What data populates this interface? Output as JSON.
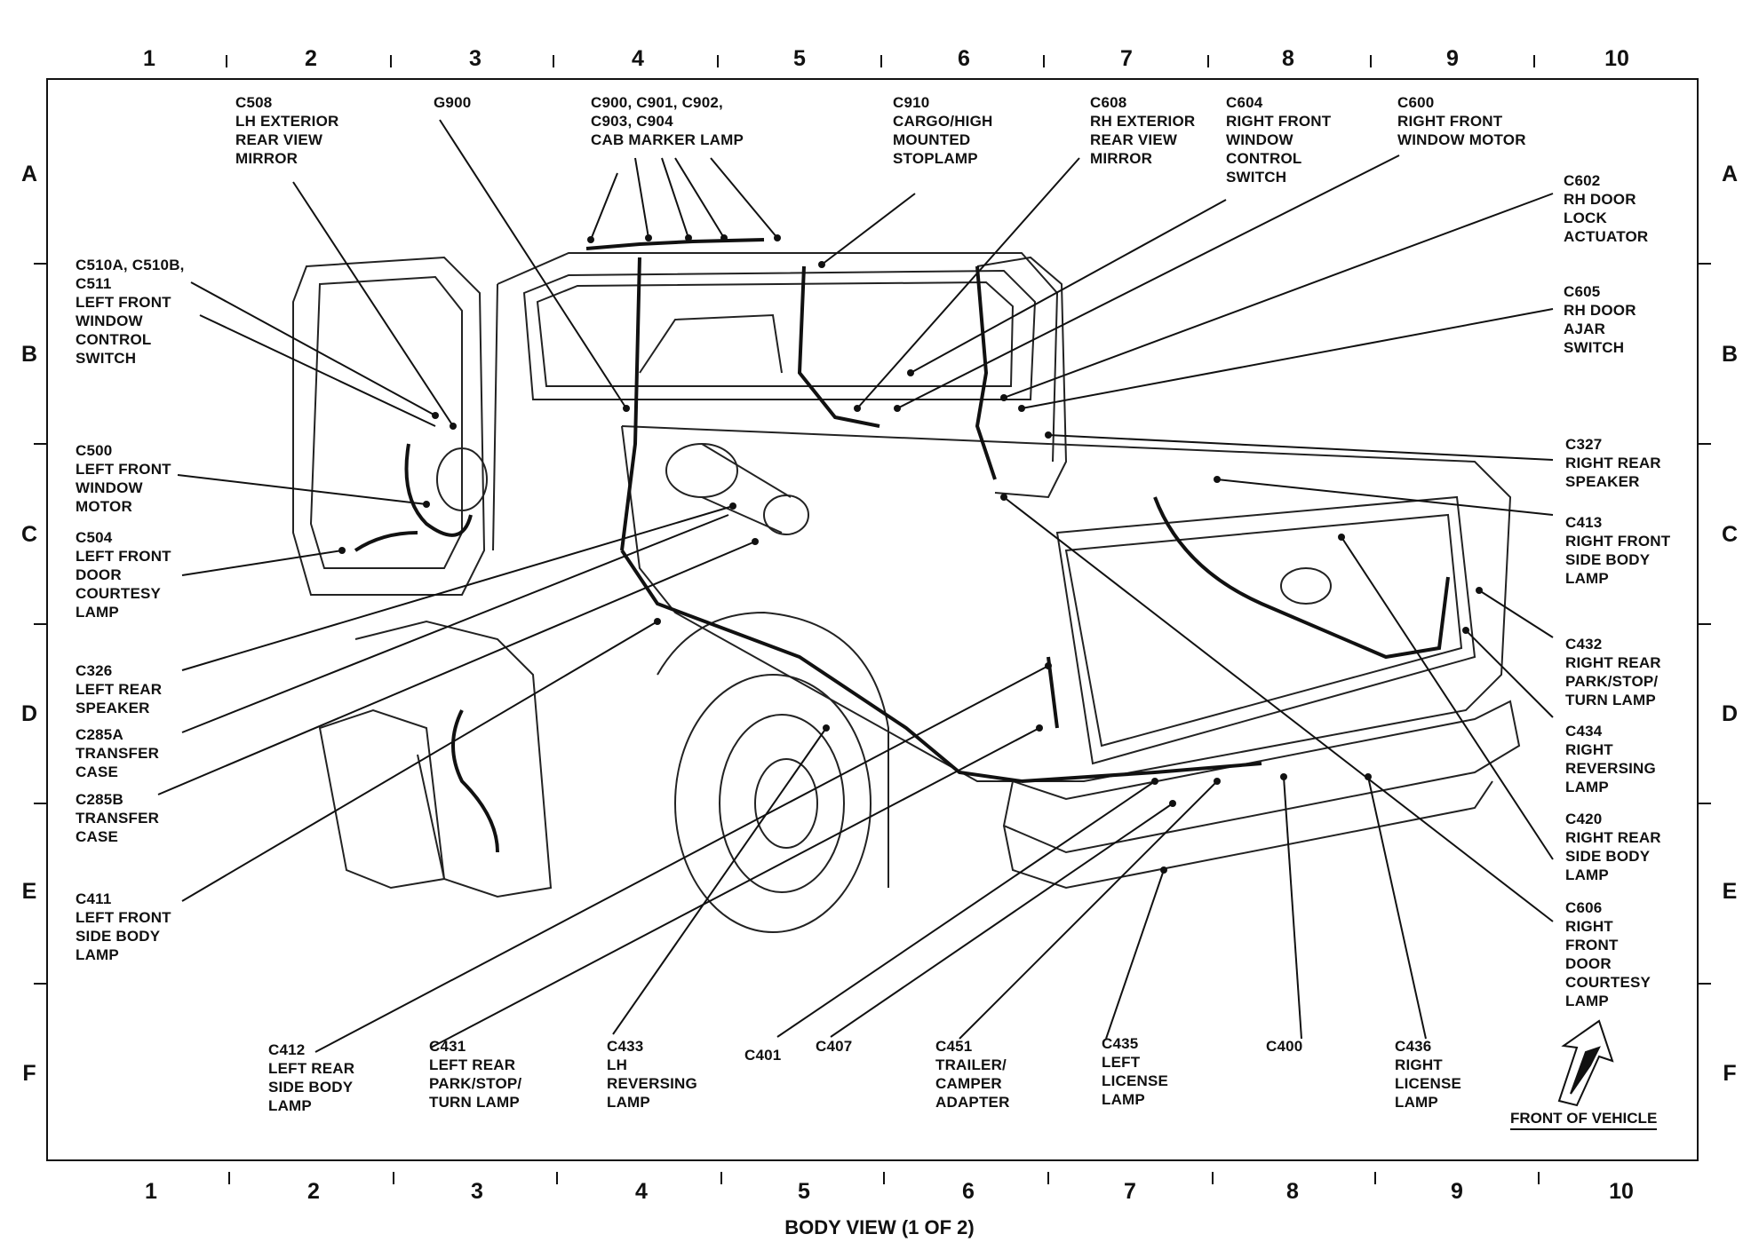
{
  "title": "BODY VIEW (1 OF 2)",
  "front_of_vehicle": "FRONT OF VEHICLE",
  "grid": {
    "columns": [
      "1",
      "2",
      "3",
      "4",
      "5",
      "6",
      "7",
      "8",
      "9",
      "10"
    ],
    "rows": [
      "A",
      "B",
      "C",
      "D",
      "E",
      "F"
    ]
  },
  "labels": {
    "c508": "C508\nLH EXTERIOR\nREAR VIEW\nMIRROR",
    "g900": "G900",
    "c900": "C900, C901, C902,\nC903, C904\nCAB MARKER LAMP",
    "c910": "C910\nCARGO/HIGH\nMOUNTED\nSTOPLAMP",
    "c608": "C608\nRH EXTERIOR\nREAR VIEW\nMIRROR",
    "c604": "C604\nRIGHT FRONT\nWINDOW\nCONTROL\nSWITCH",
    "c600": "C600\nRIGHT FRONT\nWINDOW MOTOR",
    "c602": "C602\nRH DOOR\nLOCK\nACTUATOR",
    "c605": "C605\nRH DOOR\nAJAR\nSWITCH",
    "c510": "C510a, C510b,\nC511\nLEFT FRONT\nWINDOW\nCONTROL\nSWITCH",
    "c500": "C500\nLEFT FRONT\nWINDOW\nMOTOR",
    "c504": "C504\nLEFT FRONT\nDOOR\nCOURTESY\nLAMP",
    "c326": "C326\nLEFT REAR\nSPEAKER",
    "c285a": "C285a\nTRANSFER\nCASE",
    "c285b": "C285b\nTRANSFER\nCASE",
    "c411": "C411\nLEFT FRONT\nSIDE BODY\nLAMP",
    "c327": "C327\nRIGHT REAR\nSPEAKER",
    "c413": "C413\nRIGHT FRONT\nSIDE BODY\nLAMP",
    "c432": "C432\nRIGHT REAR\nPARK/STOP/\nTURN LAMP",
    "c434": "C434\nRIGHT\nREVERSING\nLAMP",
    "c420": "C420\nRIGHT REAR\nSIDE  BODY\nLAMP",
    "c606": "C606\nRIGHT\nFRONT\nDOOR\nCOURTESY\nLAMP",
    "c412": "C412\nLEFT REAR\nSIDE BODY\nLAMP",
    "c431": "C431\nLEFT REAR\nPARK/STOP/\nTURN LAMP",
    "c433": "C433\nLH\nREVERSING\nLAMP",
    "c401": "C401",
    "c407": "C407",
    "c451": "C451\nTRAILER/\nCAMPER\nADAPTER",
    "c435": "C435\nLEFT\nLICENSE\nLAMP",
    "c400": "C400",
    "c436": "C436\nRIGHT\nLICENSE\nLAMP"
  },
  "colors": {
    "ink": "#111111",
    "paper": "#ffffff"
  }
}
